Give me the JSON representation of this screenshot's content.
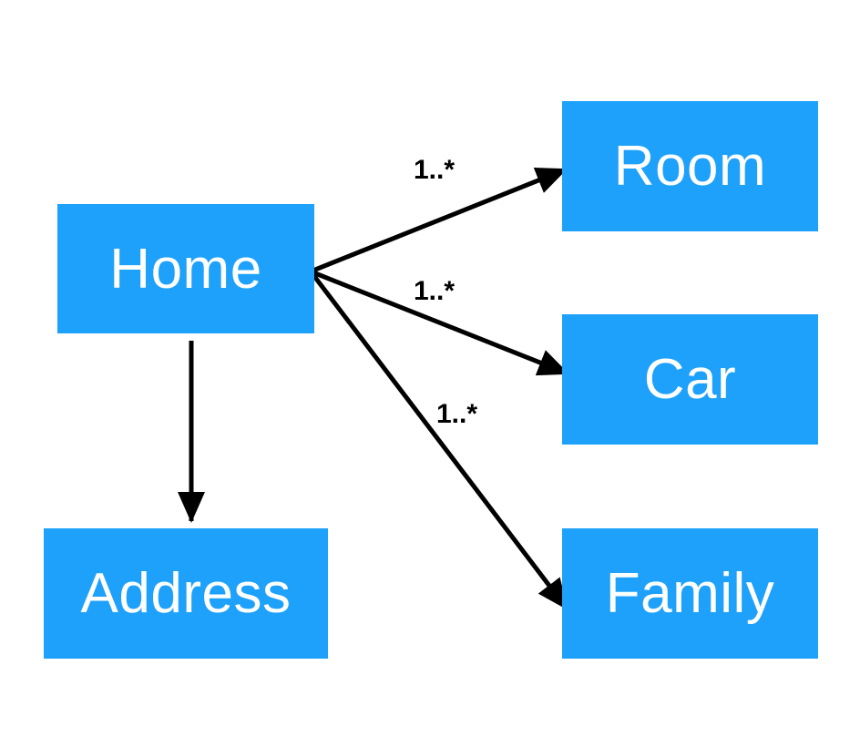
{
  "nodes": {
    "home": "Home",
    "address": "Address",
    "room": "Room",
    "car": "Car",
    "family": "Family"
  },
  "edges": {
    "home_room": {
      "label": "1..*"
    },
    "home_car": {
      "label": "1..*"
    },
    "home_family": {
      "label": "1..*"
    },
    "home_address": {
      "label": ""
    }
  },
  "colors": {
    "node_fill": "#1ea1fa",
    "node_text": "#ffffff",
    "edge": "#000000"
  }
}
